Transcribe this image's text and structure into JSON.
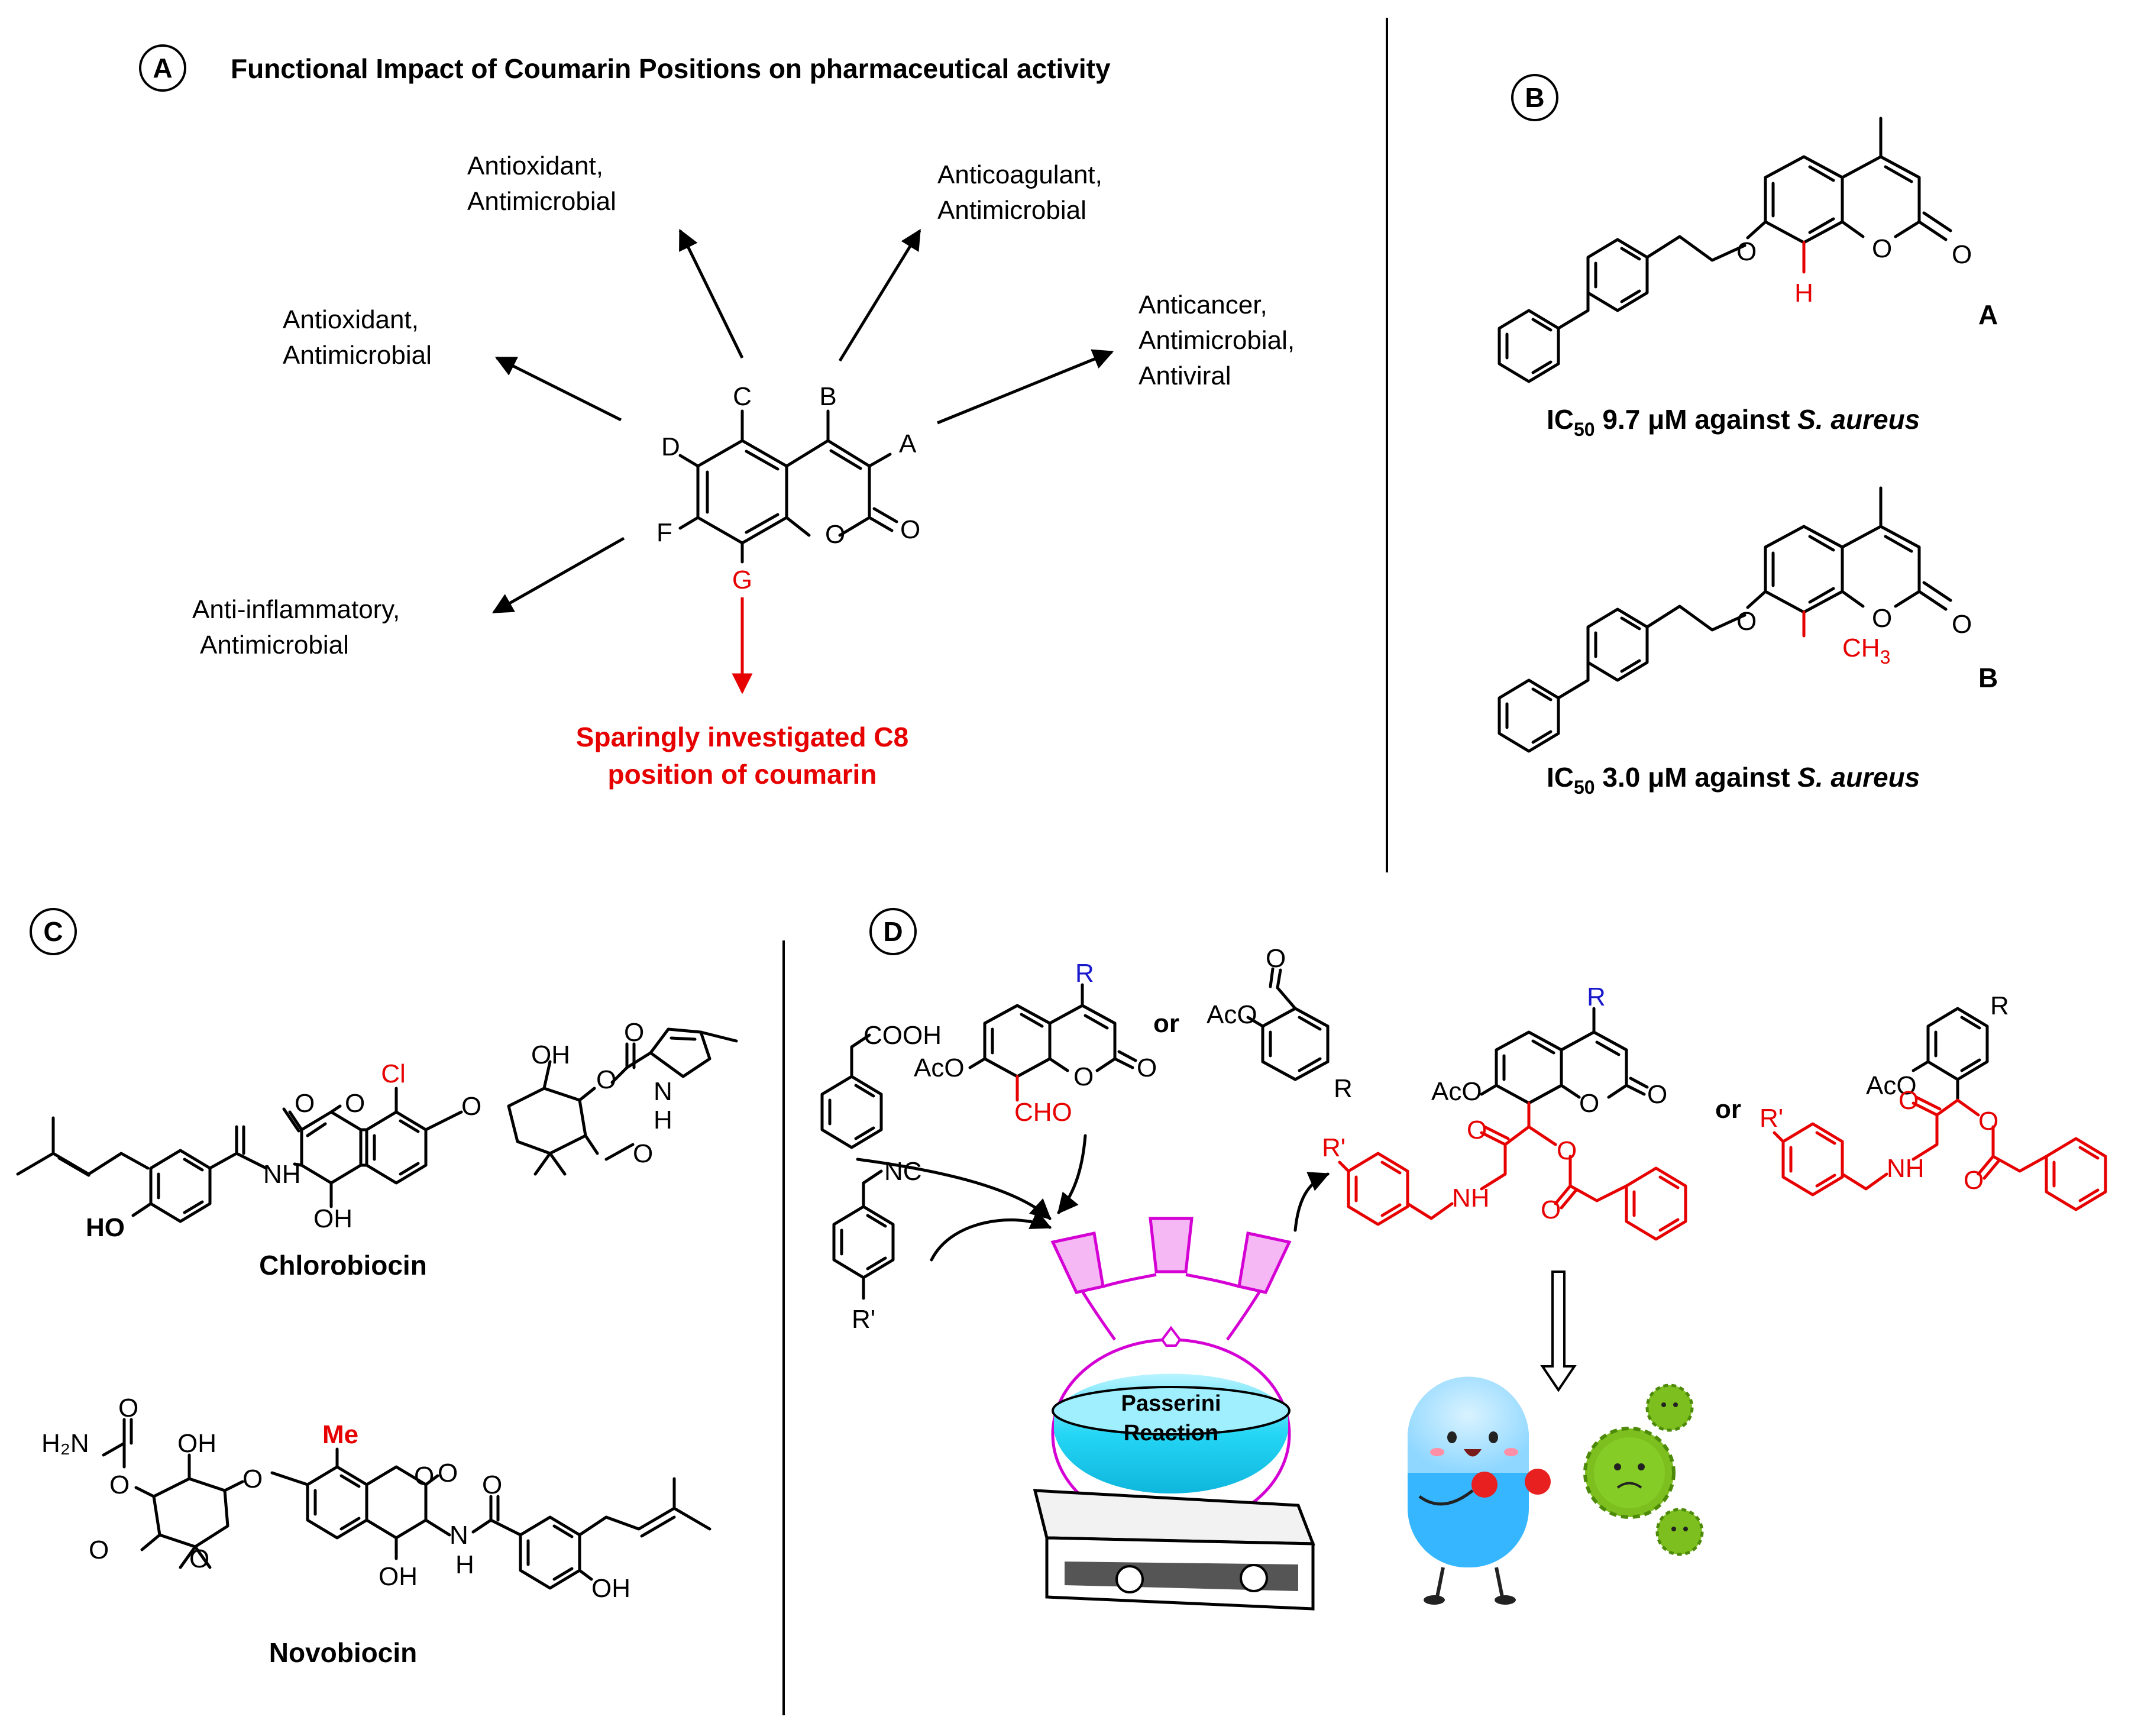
{
  "colors": {
    "accent_red": "#e60000",
    "r_blue": "#1a1acc",
    "flask_magenta": "#d400d4",
    "liquid_cyan": "#19d0f0",
    "pill_blue": "#36b6ff",
    "virus_green": "#7cbf1e"
  },
  "panelA": {
    "letter": "A",
    "title": "Functional Impact of Coumarin Positions on pharmaceutical activity",
    "positions": {
      "A": "A",
      "B": "B",
      "C": "C",
      "D": "D",
      "F": "F",
      "G": "G"
    },
    "o_ring": "O",
    "o_carbonyl": "O",
    "act_C_1": "Antioxidant,",
    "act_C_2": "Antimicrobial",
    "act_B_1": "Anticoagulant,",
    "act_B_2": "Antimicrobial",
    "act_D_1": "Antioxidant,",
    "act_D_2": "Antimicrobial",
    "act_A_1": "Anticancer,",
    "act_A_2": "Antimicrobial,",
    "act_A_3": "Antiviral",
    "act_F_1": "Anti-inflammatory,",
    "act_F_2": "Antimicrobial",
    "c8_line1": "Sparingly investigated C8",
    "c8_line2": "position of coumarin"
  },
  "panelB": {
    "letter": "B",
    "cpdA": {
      "label": "A",
      "subst": "H",
      "ic_prefix": "IC",
      "ic_sub": "50",
      "ic_value": " 9.7 μM against ",
      "organism": "S. aureus"
    },
    "cpdB": {
      "label": "B",
      "subst": "CH",
      "subst_sub": "3",
      "ic_prefix": "IC",
      "ic_sub": "50",
      "ic_value": " 3.0 μM against ",
      "organism": "S. aureus"
    },
    "o_atom": "O"
  },
  "panelC": {
    "letter": "C",
    "chloro": {
      "name": "Chlorobiocin",
      "cl": "Cl",
      "ho": "HO",
      "oh": "OH",
      "nh": "NH",
      "o": "O",
      "ome": "O",
      "pyrrole_nh": "H",
      "pyrrole_n": "N"
    },
    "novo": {
      "name": "Novobiocin",
      "me": "Me",
      "h2n": "H₂N",
      "oh": "OH",
      "nh": "H",
      "n": "N",
      "o": "O"
    }
  },
  "panelD": {
    "letter": "D",
    "cooh": "COOH",
    "r_top": "R",
    "aco": "AcO",
    "cho": "CHO",
    "or1": "or",
    "or2": "or",
    "nc": "NC",
    "r_prime": "R'",
    "r_sub": "R",
    "o": "O",
    "flask_line1": "Passerini",
    "flask_line2": "Reaction",
    "prod_nh": "NH",
    "prod_r": "R",
    "prod_rp": "R'"
  }
}
